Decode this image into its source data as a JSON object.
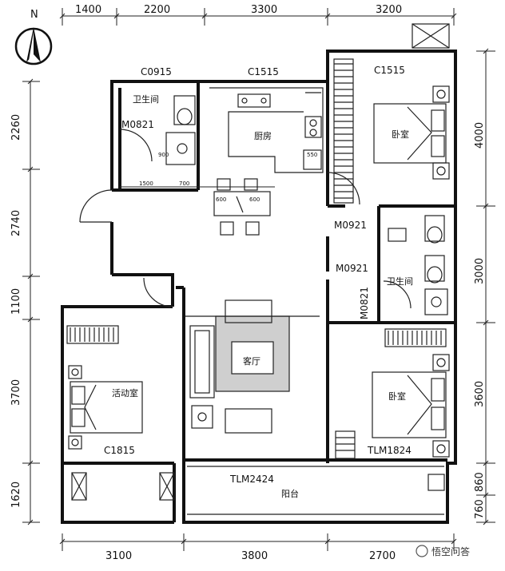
{
  "north": "N",
  "top_dims": [
    "1400",
    "2200",
    "3300",
    "3200"
  ],
  "bottom_dims": [
    "3100",
    "3800",
    "2700"
  ],
  "left_dims": [
    "2260",
    "2740",
    "1100",
    "3700",
    "1620"
  ],
  "right_dims": [
    "4000",
    "3000",
    "3600",
    "860",
    "760"
  ],
  "codes": {
    "c0915": "C0915",
    "c1515_kitchen": "C1515",
    "c1515_bedroom": "C1515",
    "m0821_bath": "M0821",
    "m0921_upper": "M0921",
    "m0921_lower": "M0921",
    "m0821_rot": "M0821",
    "c1815": "C1815",
    "tlm1824": "TLM1824",
    "tlm2424": "TLM2424"
  },
  "rooms": {
    "bath_top": "卫生间",
    "kitchen": "厨房",
    "bedroom_top": "卧室",
    "bath_right": "卫生间",
    "living": "客厅",
    "bedroom_left": "活动室",
    "bedroom_bottom": "卧室",
    "balcony": "阳台"
  },
  "small_dims": {
    "d1500": "1500",
    "d700": "700",
    "d600a": "600",
    "d600b": "600",
    "d900": "900",
    "d550": "550"
  },
  "watermark": "悟空问答"
}
